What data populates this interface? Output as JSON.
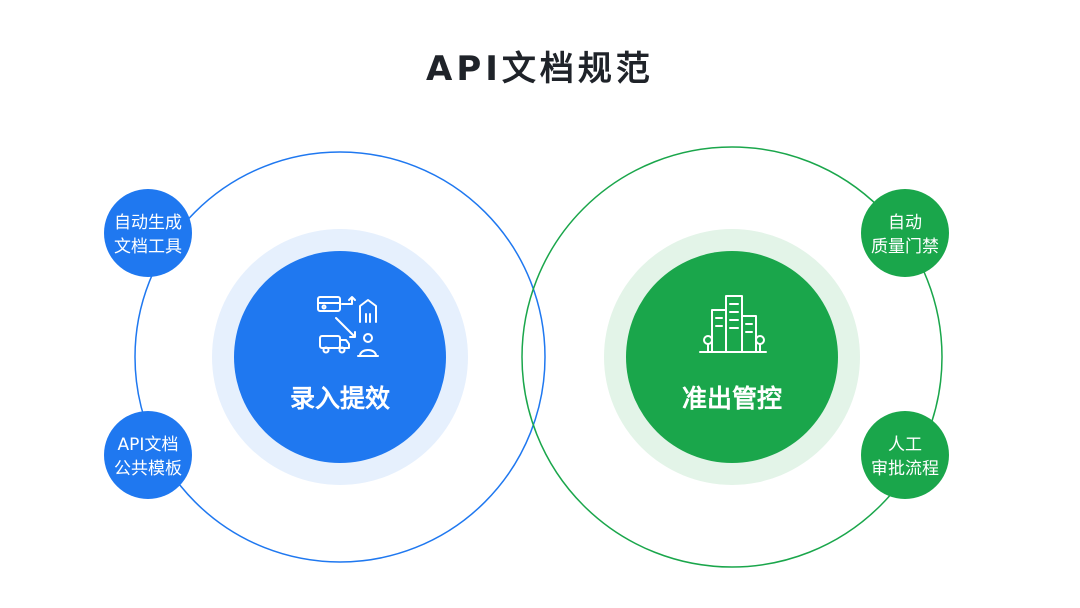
{
  "title": "API文档规范",
  "colors": {
    "blue": "#1f78f0",
    "blue_halo": "#e6f0fd",
    "green": "#1aa64b",
    "green_halo": "#e3f4e8",
    "title": "#1f2329"
  },
  "left": {
    "center_label": "录入提效",
    "icon": "workflow-process-icon",
    "satellites": [
      {
        "line1": "自动生成",
        "line2": "文档工具"
      },
      {
        "line1": "API文档",
        "line2": "公共模板"
      }
    ]
  },
  "right": {
    "center_label": "准出管控",
    "icon": "city-buildings-icon",
    "satellites": [
      {
        "line1": "自动",
        "line2": "质量门禁"
      },
      {
        "line1": "人工",
        "line2": "审批流程"
      }
    ]
  }
}
